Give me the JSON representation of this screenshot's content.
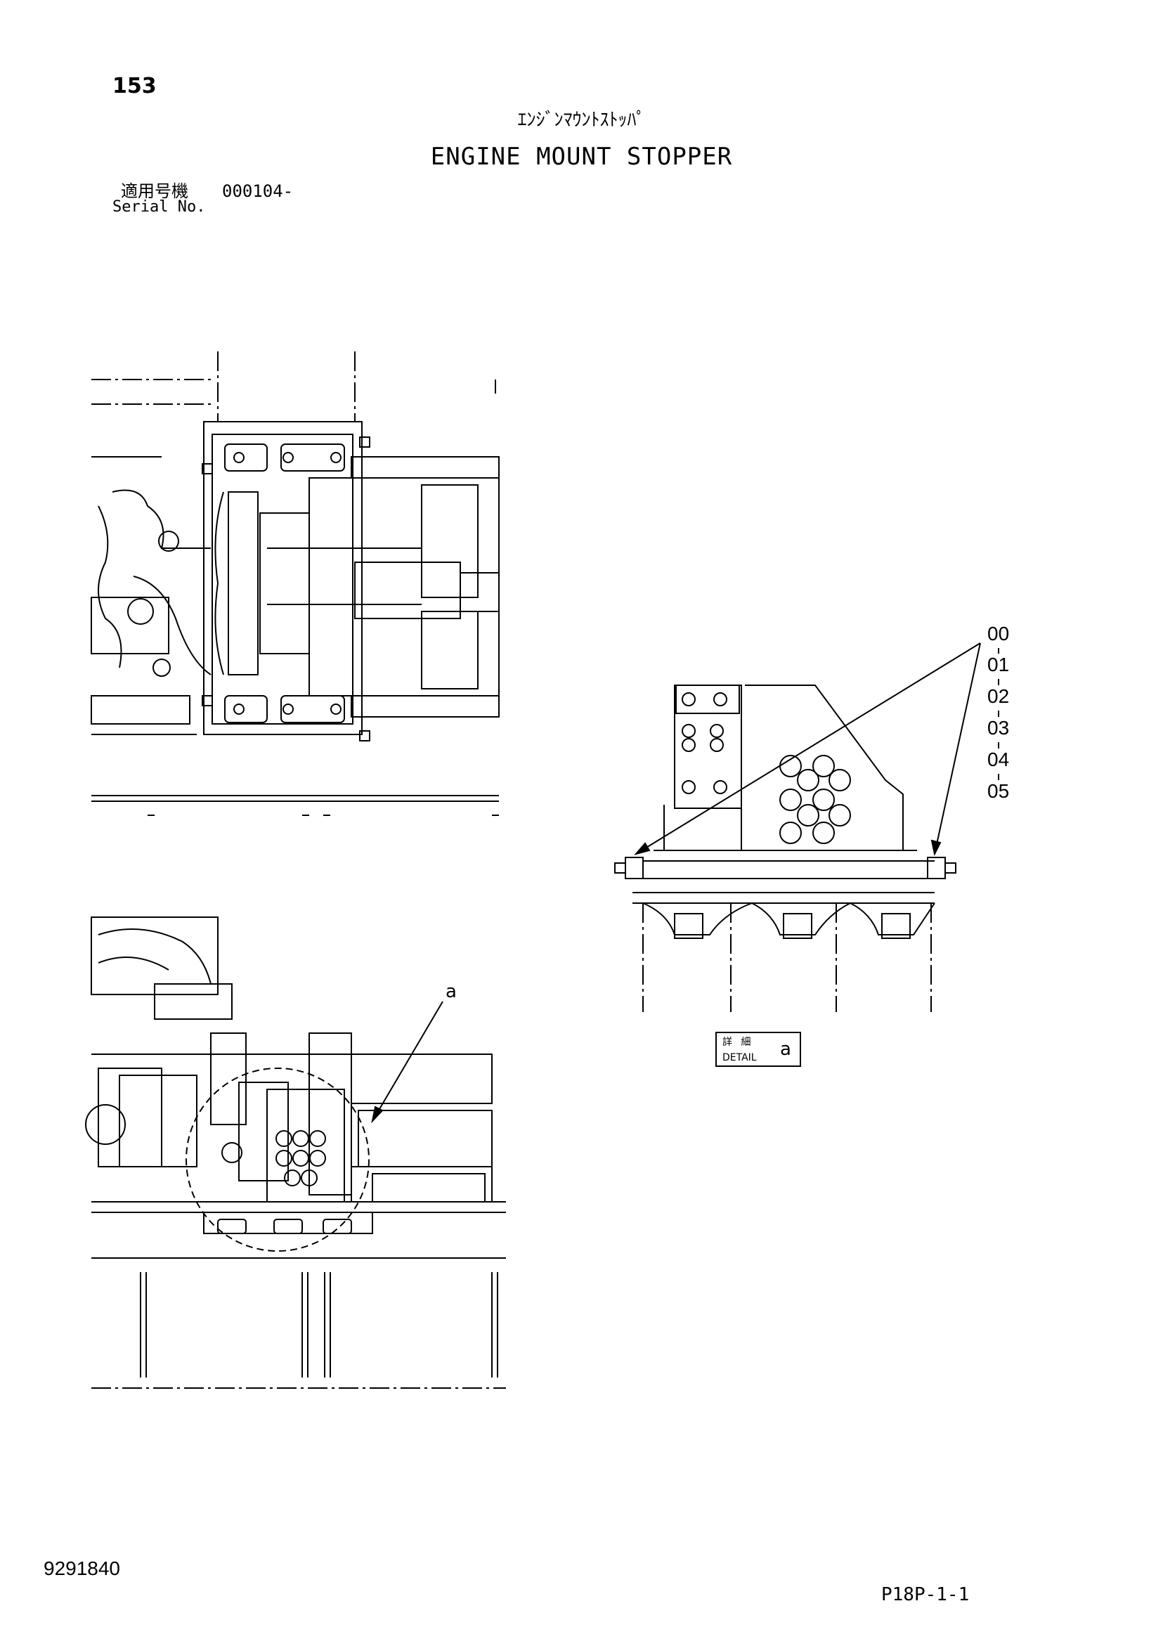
{
  "header": {
    "page_number": "153",
    "title_jp": "ｴﾝｼﾞﾝﾏｳﾝﾄｽﾄｯﾊﾟ",
    "title_en": "ENGINE MOUNT STOPPER",
    "serial_label_jp": "適用号機",
    "serial_value": "000104-",
    "serial_label_en": "Serial No."
  },
  "detail": {
    "callout_letter": "a",
    "label_jp": "詳 細",
    "label_en": "DETAIL",
    "letter": "a"
  },
  "part_codes": [
    "00",
    "01",
    "02",
    "03",
    "04",
    "05"
  ],
  "footer": {
    "document_number": "9291840",
    "sheet_ref": "P18P-1-1"
  }
}
